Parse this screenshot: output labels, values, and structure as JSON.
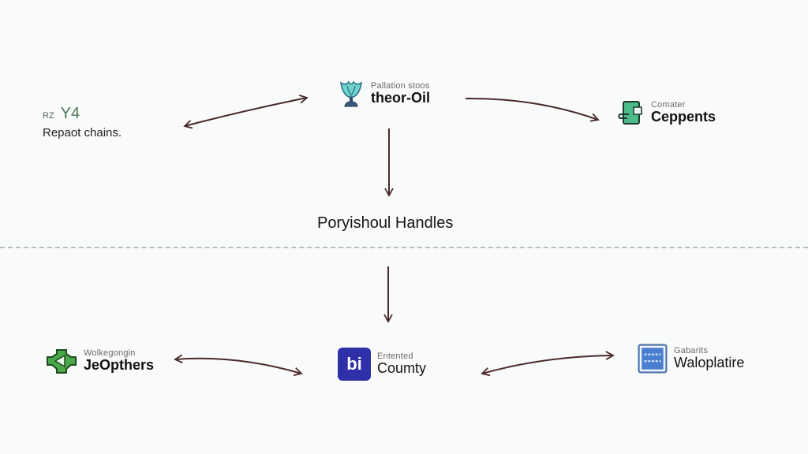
{
  "diagram": {
    "colors": {
      "arrow": "#4a2a2a",
      "divider": "#aab0bb",
      "background": "#f9fafa",
      "theor_icon": "#5ec8c0",
      "concepts_icon": "#3fa87a",
      "jeopthers_icon": "#4aa84a",
      "county_icon": "#3030a8",
      "walo_icon": "#4a7ed0"
    },
    "left_top": {
      "tag": "RZ",
      "code": "Y4",
      "description": "Repaot chains."
    },
    "top_center": {
      "icon": "trophy-icon",
      "subtitle": "Pallation stoos",
      "title": "theor-Oil"
    },
    "top_right": {
      "icon": "tablet-hand-icon",
      "subtitle": "Comater",
      "title": "Ceppents"
    },
    "middle": {
      "label": "Poryishoul Handles"
    },
    "bottom_left": {
      "icon": "gear-puzzle-icon",
      "subtitle": "Wolkegongin",
      "title": "JeOpthers"
    },
    "bottom_center": {
      "icon": "pi-logo-icon",
      "icon_text": "bi",
      "subtitle": "Entented",
      "title": "Coumty"
    },
    "bottom_right": {
      "icon": "document-panel-icon",
      "subtitle": "Gabarits",
      "title": "Waloplatire"
    }
  }
}
